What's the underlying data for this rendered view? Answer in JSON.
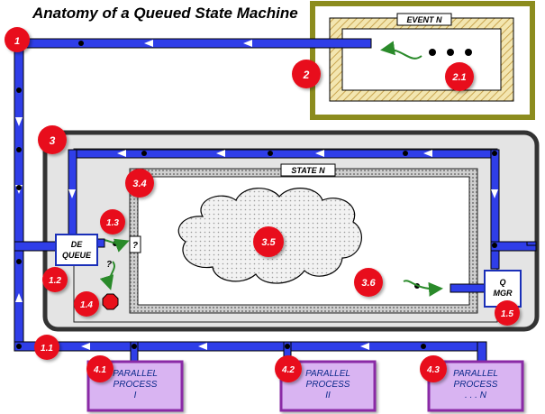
{
  "title": "Anatomy of a Queued State Machine",
  "event_box": {
    "label": "EVENT N"
  },
  "state_box": {
    "label": "STATE N"
  },
  "dequeue": {
    "line1": "DE",
    "line2": "QUEUE"
  },
  "qmgr": {
    "line1": "Q",
    "line2": "MGR"
  },
  "decision_mark": "?",
  "question_mark": "?",
  "processes": [
    {
      "line1": "PARALLEL",
      "line2": "PROCESS",
      "line3": "I"
    },
    {
      "line1": "PARALLEL",
      "line2": "PROCESS",
      "line3": "II"
    },
    {
      "line1": "PARALLEL",
      "line2": "PROCESS",
      "line3": ". . . N"
    }
  ],
  "badges": [
    "1",
    "1.1",
    "1.2",
    "1.3",
    "1.4",
    "1.5",
    "2",
    "2.1",
    "3",
    "3.4",
    "3.5",
    "3.6",
    "4.1",
    "4.2",
    "4.3"
  ],
  "colors": {
    "pipe": "#2f3ee8",
    "badge": "#e8101a",
    "event_border": "#8c8c1e",
    "process_fill": "#d9b4f2",
    "process_border": "#8a2aa6",
    "arrow_green": "#2a8a2a",
    "stop_red": "#e8101a"
  }
}
